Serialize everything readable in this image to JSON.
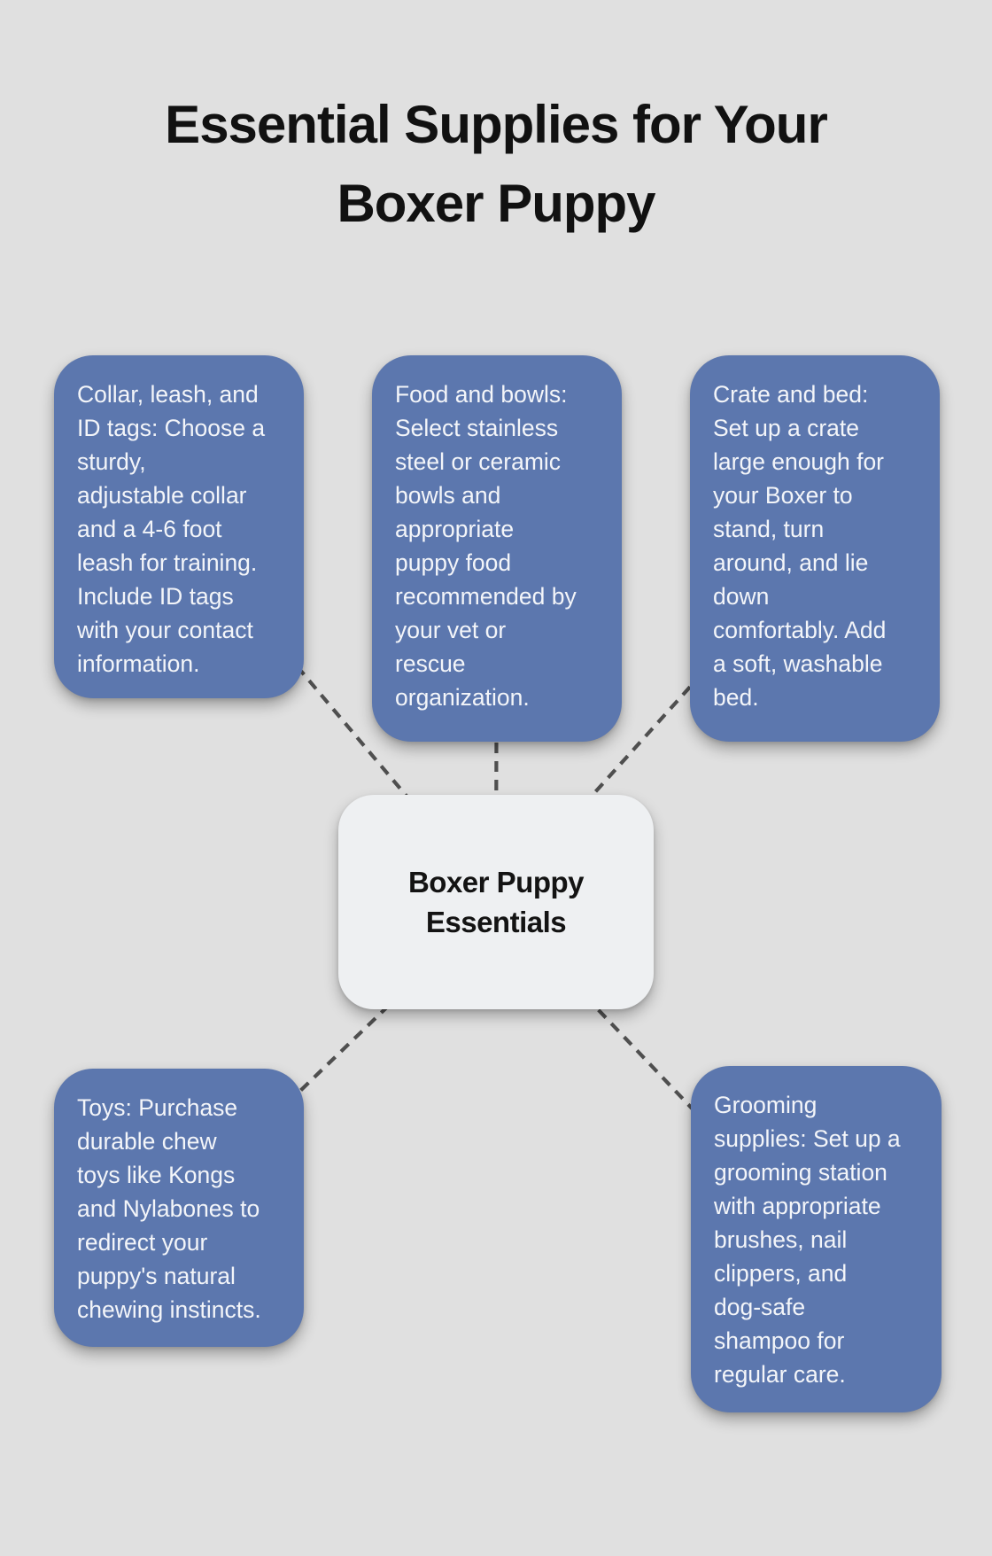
{
  "title": "Essential Supplies for Your\nBoxer Puppy",
  "center": {
    "label": "Boxer Puppy\nEssentials"
  },
  "nodes": [
    {
      "id": "collar-leash-id-tags",
      "text": "Collar, leash, and\nID tags: Choose a\nsturdy,\nadjustable collar\nand a 4-6 foot\nleash for training.\nInclude ID tags\nwith your contact\ninformation."
    },
    {
      "id": "food-and-bowls",
      "text": "Food and bowls:\nSelect stainless\nsteel or ceramic\nbowls and\nappropriate\npuppy food\nrecommended by\nyour vet or\nrescue\norganization."
    },
    {
      "id": "crate-and-bed",
      "text": "Crate and bed:\nSet up a crate\nlarge enough for\nyour Boxer to\nstand, turn\naround, and lie\ndown\ncomfortably. Add\na soft, washable\nbed."
    },
    {
      "id": "toys",
      "text": "Toys: Purchase\ndurable chew\ntoys like Kongs\nand Nylabones to\nredirect your\npuppy's natural\nchewing instincts."
    },
    {
      "id": "grooming-supplies",
      "text": "Grooming\nsupplies: Set up a\ngrooming station\nwith appropriate\nbrushes, nail\nclippers, and\ndog-safe\nshampoo for\nregular care."
    }
  ],
  "colors": {
    "background": "#e0e0e0",
    "node_fill": "#5c77ae",
    "node_text": "#f3f5f9",
    "center_fill": "#eef0f2",
    "center_text": "#131313",
    "title_text": "#111111",
    "connector": "#4f4f4f"
  }
}
